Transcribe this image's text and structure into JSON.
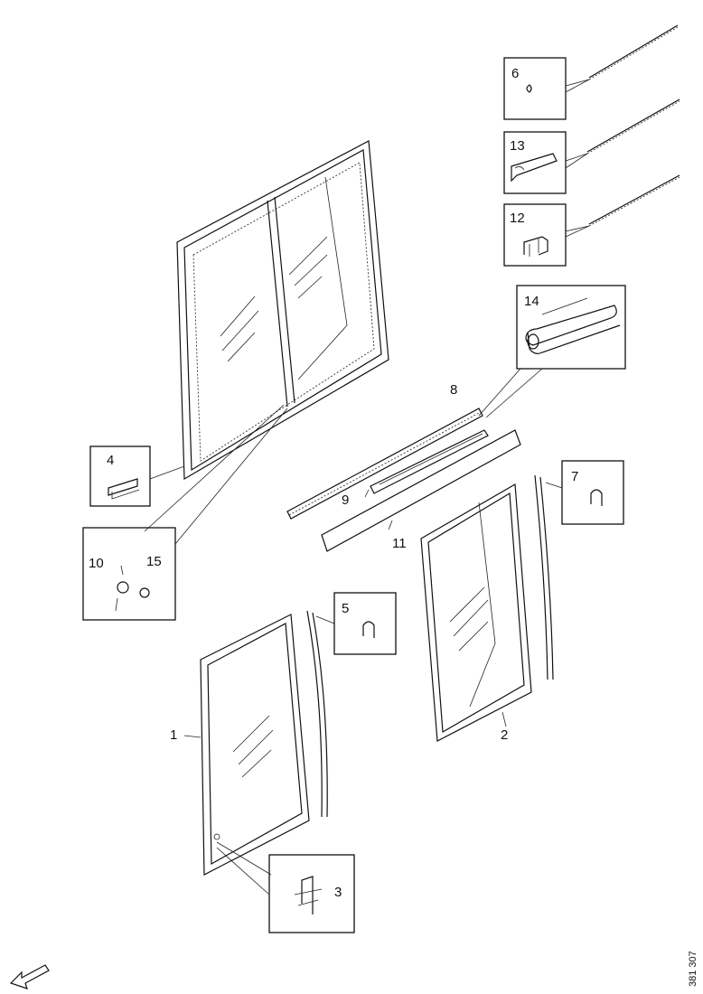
{
  "callouts": {
    "c1": "1",
    "c2": "2",
    "c3": "3",
    "c4": "4",
    "c5": "5",
    "c6": "6",
    "c7": "7",
    "c8": "8",
    "c9": "9",
    "c10": "10",
    "c11": "11",
    "c12": "12",
    "c13": "13",
    "c14": "14",
    "c15": "15"
  },
  "drawing_code": "381 307"
}
